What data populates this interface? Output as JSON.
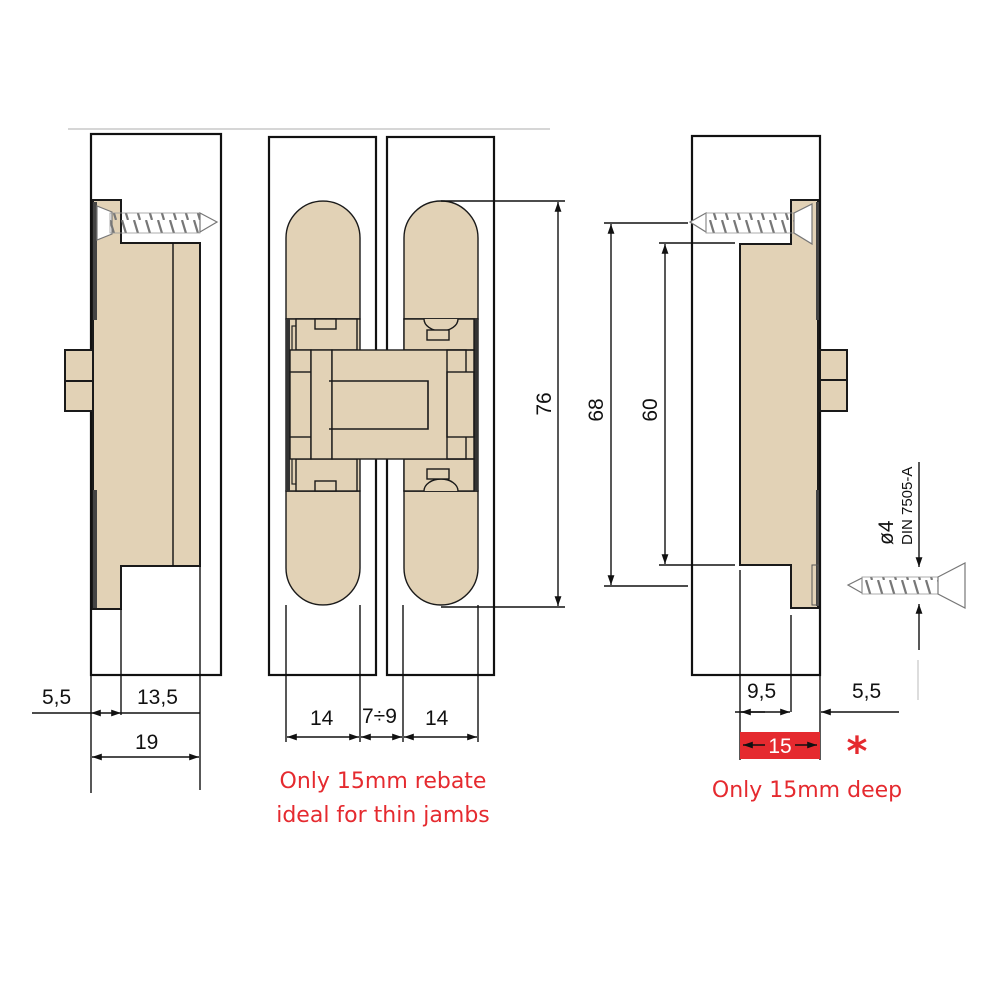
{
  "diagram": {
    "subject": "concealed hinge technical drawing",
    "colors": {
      "hinge_fill": "#e2d2b6",
      "outline": "#111111",
      "accent_red": "#e52a2f",
      "background": "#ffffff"
    },
    "left_side_view": {
      "dimensions": {
        "offset": "5,5",
        "body_depth": "13,5",
        "total_width": "19"
      }
    },
    "front_view": {
      "dimensions": {
        "leaf_width_left": "14",
        "gap": "7÷9",
        "leaf_width_right": "14",
        "length": "76"
      },
      "note_line1": "Only 15mm rebate",
      "note_line2": "ideal for thin jambs"
    },
    "right_side_view": {
      "dimensions": {
        "screw_spacing": "68",
        "body_length": "60",
        "body_depth": "9,5",
        "offset": "5,5",
        "rebate_depth": "15"
      },
      "asterisk": "*",
      "note": "Only 15mm deep"
    },
    "screw_spec": {
      "diameter": "ø4",
      "standard": "DIN 7505-A"
    }
  }
}
